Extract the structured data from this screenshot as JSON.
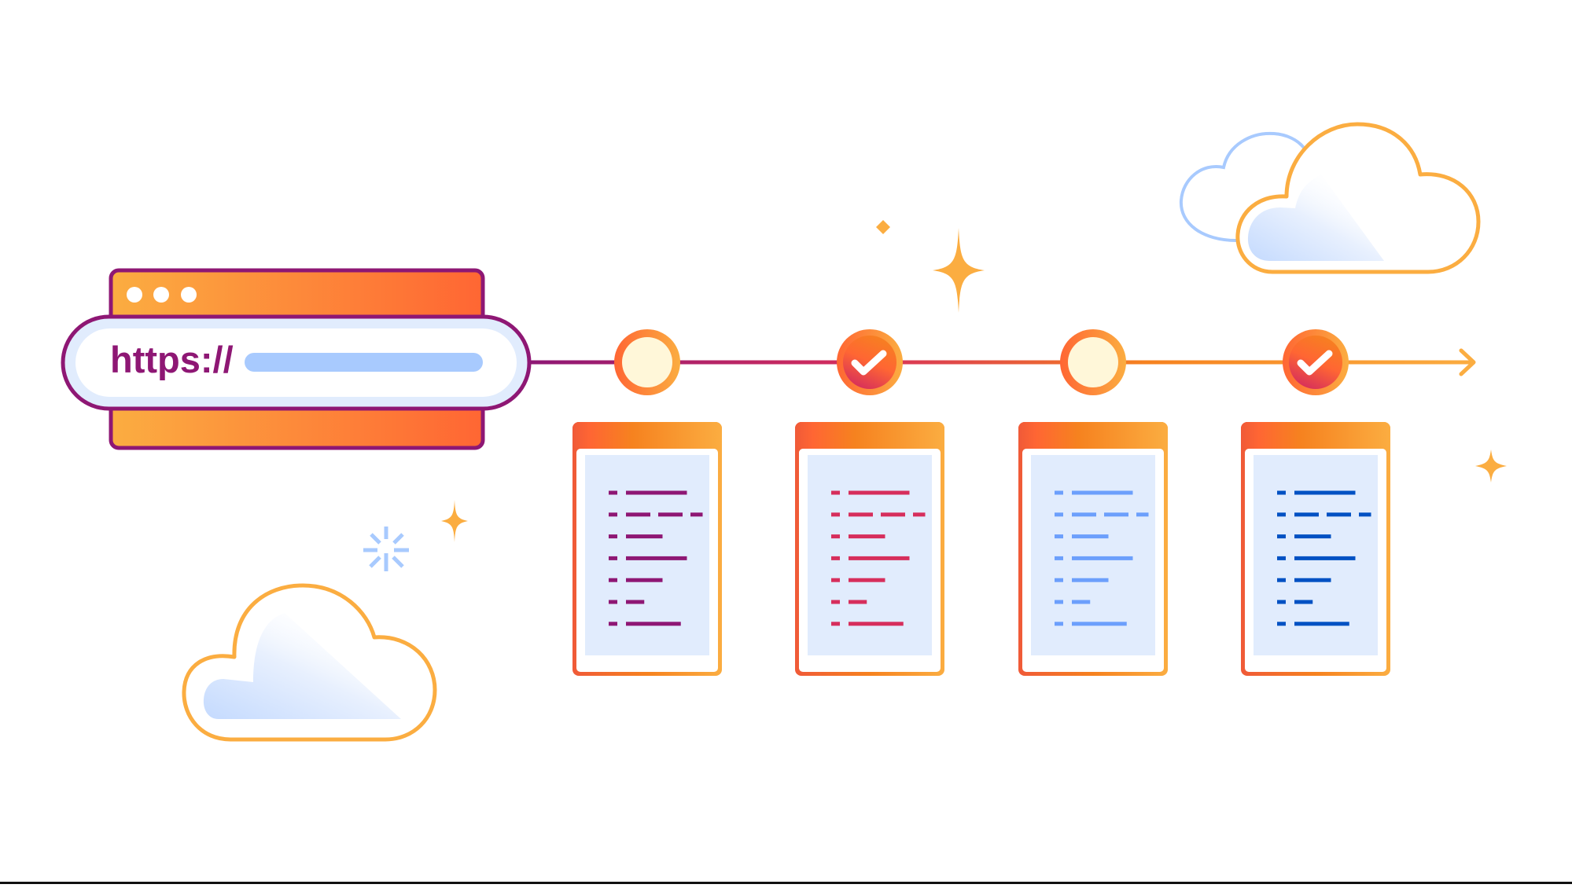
{
  "browser": {
    "url_prefix": "https://",
    "dots": 3,
    "colors": {
      "outline": "#8e1774",
      "titlebar_start": "#fbad41",
      "titlebar_end": "#ff6633",
      "pill_outer": "#e1ecfd",
      "pill_inner": "#ffffff",
      "url_bar": "#a8cafe"
    }
  },
  "pipeline": {
    "line_colors": [
      "#8e1774",
      "#d62e5c",
      "#f6821f",
      "#fbad41"
    ],
    "arrow_color": "#fbad41",
    "steps": [
      {
        "state": "pending",
        "checked": false,
        "line_color": "#8e1774"
      },
      {
        "state": "complete",
        "checked": true,
        "line_color": "#d62e5c"
      },
      {
        "state": "pending",
        "checked": false,
        "line_color": "#6c9ffc"
      },
      {
        "state": "complete",
        "checked": true,
        "line_color": "#0051c3"
      }
    ],
    "node_colors": {
      "ring_start": "#ff6633",
      "ring_end": "#fbad41",
      "pending_fill": "#fff7d9",
      "check_fill_start": "#d62e5c",
      "check_fill_end": "#f6821f",
      "check_mark": "#ffffff"
    }
  },
  "documents": {
    "header_start": "#f05a38",
    "header_end": "#fbad41",
    "paper": "#e1ecfd",
    "rows": [
      [
        1,
        5
      ],
      [
        1,
        2,
        2,
        1
      ],
      [
        1,
        3
      ],
      [
        1,
        5
      ],
      [
        1,
        3
      ],
      [
        1,
        1.5
      ],
      [
        1,
        4.5
      ]
    ]
  },
  "decorations": {
    "sparkle_color": "#fbad41",
    "burst_color": "#a8cafe",
    "cloud_outline": "#fbad41",
    "cloud_back_outline": "#a8cafe",
    "cloud_fill": "#c4dafe"
  }
}
